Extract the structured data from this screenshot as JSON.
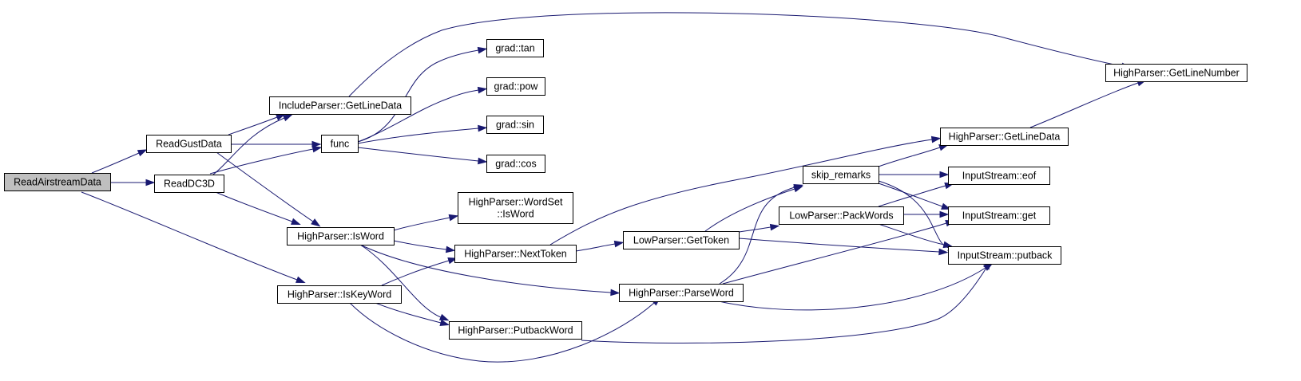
{
  "graph": {
    "edge_color": "#191970",
    "root_fill": "#bfbfbf",
    "nodes": [
      {
        "id": "read_airstream",
        "lines": [
          "ReadAirstreamData"
        ],
        "root": true
      },
      {
        "id": "read_gust",
        "lines": [
          "ReadGustData"
        ]
      },
      {
        "id": "read_dc3d",
        "lines": [
          "ReadDC3D"
        ]
      },
      {
        "id": "include_getlinedata",
        "lines": [
          "IncludeParser::GetLineData"
        ]
      },
      {
        "id": "func",
        "lines": [
          "func"
        ]
      },
      {
        "id": "high_isword",
        "lines": [
          "HighParser::IsWord"
        ]
      },
      {
        "id": "high_iskeyword",
        "lines": [
          "HighParser::IsKeyWord"
        ]
      },
      {
        "id": "grad_tan",
        "lines": [
          "grad::tan"
        ]
      },
      {
        "id": "grad_pow",
        "lines": [
          "grad::pow"
        ]
      },
      {
        "id": "grad_sin",
        "lines": [
          "grad::sin"
        ]
      },
      {
        "id": "grad_cos",
        "lines": [
          "grad::cos"
        ]
      },
      {
        "id": "wordset_isword",
        "lines": [
          "HighParser::WordSet",
          "::IsWord"
        ]
      },
      {
        "id": "high_nexttoken",
        "lines": [
          "HighParser::NextToken"
        ]
      },
      {
        "id": "high_putbackword",
        "lines": [
          "HighParser::PutbackWord"
        ]
      },
      {
        "id": "low_gettoken",
        "lines": [
          "LowParser::GetToken"
        ]
      },
      {
        "id": "high_parseword",
        "lines": [
          "HighParser::ParseWord"
        ]
      },
      {
        "id": "skip_remarks",
        "lines": [
          "skip_remarks"
        ]
      },
      {
        "id": "low_packwords",
        "lines": [
          "LowParser::PackWords"
        ]
      },
      {
        "id": "high_getlinedata",
        "lines": [
          "HighParser::GetLineData"
        ]
      },
      {
        "id": "high_getlinenumber",
        "lines": [
          "HighParser::GetLineNumber"
        ]
      },
      {
        "id": "is_eof",
        "lines": [
          "InputStream::eof"
        ]
      },
      {
        "id": "is_get",
        "lines": [
          "InputStream::get"
        ]
      },
      {
        "id": "is_putback",
        "lines": [
          "InputStream::putback"
        ]
      }
    ],
    "edges": [
      {
        "from": "read_airstream",
        "to": "read_gust"
      },
      {
        "from": "read_airstream",
        "to": "read_dc3d"
      },
      {
        "from": "read_airstream",
        "to": "high_iskeyword"
      },
      {
        "from": "read_gust",
        "to": "include_getlinedata"
      },
      {
        "from": "read_gust",
        "to": "func"
      },
      {
        "from": "read_gust",
        "to": "high_isword"
      },
      {
        "from": "read_dc3d",
        "to": "include_getlinedata"
      },
      {
        "from": "read_dc3d",
        "to": "func"
      },
      {
        "from": "read_dc3d",
        "to": "high_isword"
      },
      {
        "from": "include_getlinedata",
        "to": "high_getlinenumber"
      },
      {
        "from": "func",
        "to": "grad_tan"
      },
      {
        "from": "func",
        "to": "grad_pow"
      },
      {
        "from": "func",
        "to": "grad_sin"
      },
      {
        "from": "func",
        "to": "grad_cos"
      },
      {
        "from": "high_isword",
        "to": "wordset_isword"
      },
      {
        "from": "high_isword",
        "to": "high_nexttoken"
      },
      {
        "from": "high_isword",
        "to": "high_parseword"
      },
      {
        "from": "high_isword",
        "to": "high_putbackword"
      },
      {
        "from": "high_iskeyword",
        "to": "high_nexttoken"
      },
      {
        "from": "high_iskeyword",
        "to": "high_putbackword"
      },
      {
        "from": "high_iskeyword",
        "to": "high_parseword"
      },
      {
        "from": "high_nexttoken",
        "to": "high_getlinedata"
      },
      {
        "from": "high_nexttoken",
        "to": "low_gettoken"
      },
      {
        "from": "high_putbackword",
        "to": "is_putback"
      },
      {
        "from": "low_gettoken",
        "to": "skip_remarks"
      },
      {
        "from": "low_gettoken",
        "to": "low_packwords"
      },
      {
        "from": "low_gettoken",
        "to": "is_putback"
      },
      {
        "from": "high_parseword",
        "to": "skip_remarks"
      },
      {
        "from": "high_parseword",
        "to": "is_get"
      },
      {
        "from": "high_parseword",
        "to": "is_putback"
      },
      {
        "from": "skip_remarks",
        "to": "high_getlinedata"
      },
      {
        "from": "skip_remarks",
        "to": "is_eof"
      },
      {
        "from": "skip_remarks",
        "to": "is_get"
      },
      {
        "from": "skip_remarks",
        "to": "is_putback"
      },
      {
        "from": "low_packwords",
        "to": "is_eof"
      },
      {
        "from": "low_packwords",
        "to": "is_get"
      },
      {
        "from": "low_packwords",
        "to": "is_putback"
      },
      {
        "from": "high_getlinedata",
        "to": "high_getlinenumber"
      }
    ]
  }
}
